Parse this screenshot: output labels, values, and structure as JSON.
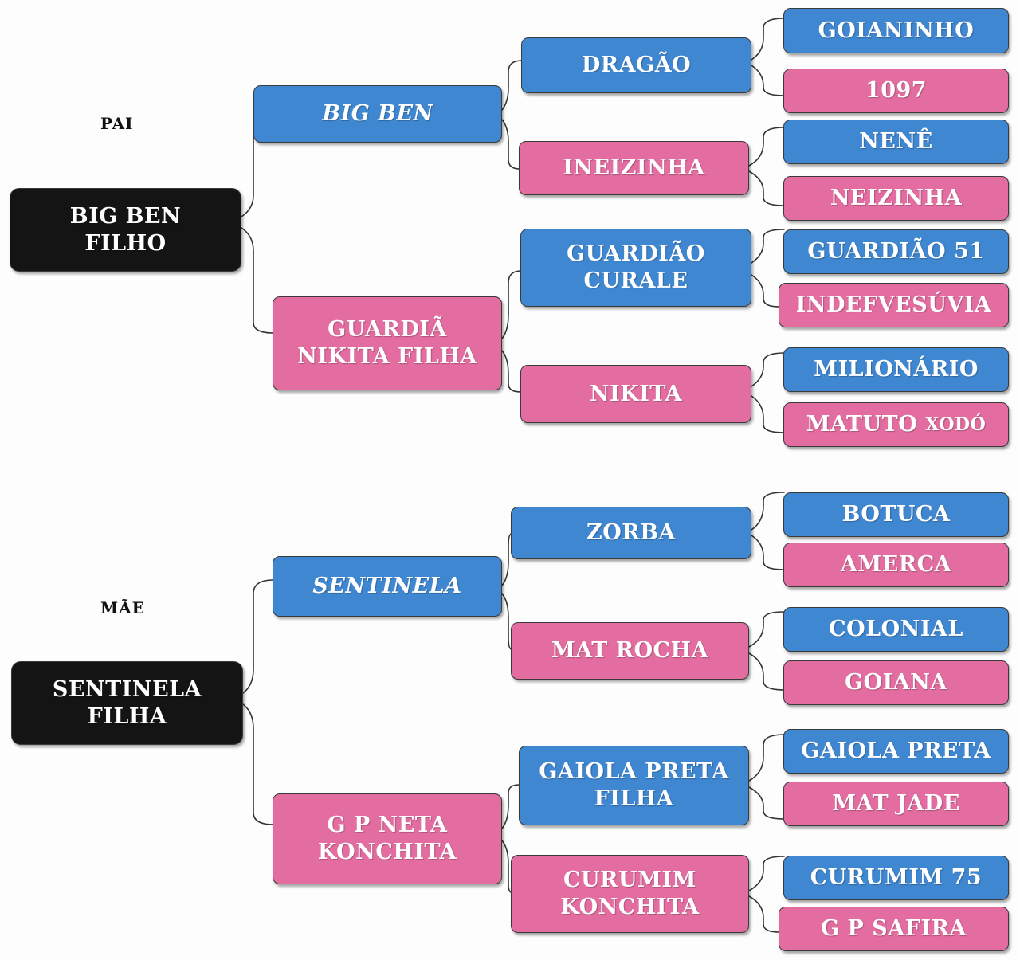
{
  "labels": {
    "sire": "PAI",
    "dam": "MÃE"
  },
  "root_sire": "BIG BEN\nFILHO",
  "root_dam": "SENTINELA\nFILHA",
  "gen1": {
    "sire": "BIG BEN",
    "sire_dam": "GUARDIÃ\nNIKITA FILHA",
    "dam_sire": "SENTINELA",
    "dam_dam": "G P  NETA\nKONCHITA"
  },
  "gen2": {
    "b1": "DRAGÃO",
    "b2": "INEIZINHA",
    "b3": "GUARDIÃO\nCURALE",
    "b4": "NIKITA",
    "b5": "ZORBA",
    "b6": "MAT ROCHA",
    "b7": "GAIOLA PRETA\nFILHA",
    "b8": "CURUMIM\nKONCHITA"
  },
  "gen3": {
    "c1": "GOIANINHO",
    "c2": "1097",
    "c3": "NENÊ",
    "c4": "NEIZINHA",
    "c5": "GUARDIÃO 51",
    "c6": "INDEFVESÚVIA",
    "c7": "MILIONÁRIO",
    "c8_main": "MATUTO ",
    "c8_tail": "XODÓ",
    "c9": "BOTUCA",
    "c10": "AMERCA",
    "c11": "COLONIAL",
    "c12": "GOIANA",
    "c13": "GAIOLA PRETA",
    "c14": "MAT JADE",
    "c15": "CURUMIM 75",
    "c16": "G P SAFIRA"
  },
  "colors": {
    "male": "#3f87d1",
    "female": "#e36da0",
    "subject": "#141414"
  }
}
